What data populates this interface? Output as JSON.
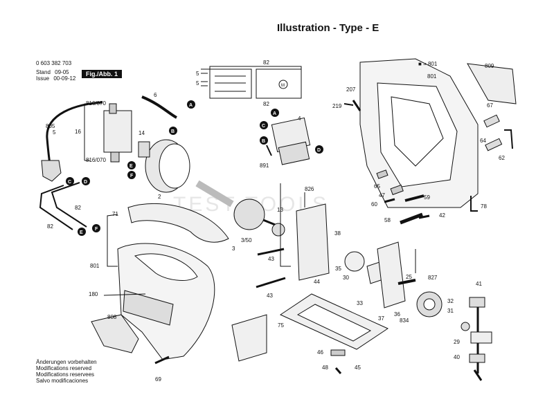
{
  "title": "Illustration - Type - E",
  "header": {
    "part_number": "0 603 382 703",
    "stand_label": "Stand",
    "stand_date": "09-05",
    "issue_label": "Issue",
    "issue_date": "00-09-12",
    "fig_label": "Fig./Abb. 1"
  },
  "watermark": "TEST TOOLS",
  "notes": [
    "Änderungen vorbehalten",
    "Modifications reserved",
    "Modifications reservees",
    "Salvo modificaciones"
  ],
  "parts": [
    {
      "id": "p6",
      "label": "6"
    },
    {
      "id": "p805",
      "label": "805"
    },
    {
      "id": "p5a",
      "label": "5"
    },
    {
      "id": "p816a",
      "label": "816/070"
    },
    {
      "id": "p16",
      "label": "16"
    },
    {
      "id": "p816b",
      "label": "816/070"
    },
    {
      "id": "p14",
      "label": "14"
    },
    {
      "id": "p2",
      "label": "2"
    },
    {
      "id": "p82a",
      "label": "82"
    },
    {
      "id": "p5b",
      "label": "5"
    },
    {
      "id": "p5c",
      "label": "5"
    },
    {
      "id": "p82b",
      "label": "82"
    },
    {
      "id": "p4",
      "label": "4"
    },
    {
      "id": "p891",
      "label": "891"
    },
    {
      "id": "p219",
      "label": "219"
    },
    {
      "id": "p207",
      "label": "207"
    },
    {
      "id": "p801a",
      "label": "■ = 801"
    },
    {
      "id": "p801b",
      "label": "801"
    },
    {
      "id": "p809",
      "label": "809"
    },
    {
      "id": "p67",
      "label": "67"
    },
    {
      "id": "p64",
      "label": "64"
    },
    {
      "id": "p62",
      "label": "62"
    },
    {
      "id": "p65",
      "label": "65"
    },
    {
      "id": "p47",
      "label": "47"
    },
    {
      "id": "p60",
      "label": "60"
    },
    {
      "id": "p59",
      "label": "59"
    },
    {
      "id": "p78",
      "label": "78"
    },
    {
      "id": "p58",
      "label": "58"
    },
    {
      "id": "p42",
      "label": "42"
    },
    {
      "id": "p82c",
      "label": "82"
    },
    {
      "id": "p82d",
      "label": "82"
    },
    {
      "id": "p71",
      "label": "71"
    },
    {
      "id": "p826",
      "label": "826"
    },
    {
      "id": "p13",
      "label": "13"
    },
    {
      "id": "p350",
      "label": "3/50"
    },
    {
      "id": "p3",
      "label": "3"
    },
    {
      "id": "p38",
      "label": "38"
    },
    {
      "id": "p801c",
      "label": "801"
    },
    {
      "id": "p43a",
      "label": "43"
    },
    {
      "id": "p44",
      "label": "44"
    },
    {
      "id": "p35",
      "label": "35"
    },
    {
      "id": "p30",
      "label": "30"
    },
    {
      "id": "p25",
      "label": "25"
    },
    {
      "id": "p827",
      "label": "827"
    },
    {
      "id": "p41",
      "label": "41"
    },
    {
      "id": "p180",
      "label": "180"
    },
    {
      "id": "p43b",
      "label": "43"
    },
    {
      "id": "p33",
      "label": "33"
    },
    {
      "id": "p32",
      "label": "32"
    },
    {
      "id": "p31",
      "label": "31"
    },
    {
      "id": "p36",
      "label": "36"
    },
    {
      "id": "p834",
      "label": "834"
    },
    {
      "id": "p37",
      "label": "37"
    },
    {
      "id": "p808",
      "label": "808"
    },
    {
      "id": "p75",
      "label": "75"
    },
    {
      "id": "p29",
      "label": "29"
    },
    {
      "id": "p46",
      "label": "46"
    },
    {
      "id": "p40",
      "label": "40"
    },
    {
      "id": "p48",
      "label": "48"
    },
    {
      "id": "p45",
      "label": "45"
    },
    {
      "id": "p69",
      "label": "69"
    }
  ],
  "connectors": [
    {
      "id": "A1",
      "label": "A"
    },
    {
      "id": "B1",
      "label": "B"
    },
    {
      "id": "E1",
      "label": "E"
    },
    {
      "id": "F1",
      "label": "F"
    },
    {
      "id": "C1",
      "label": "C"
    },
    {
      "id": "D1",
      "label": "D"
    },
    {
      "id": "E2",
      "label": "E"
    },
    {
      "id": "F2",
      "label": "F"
    },
    {
      "id": "A2",
      "label": "A"
    },
    {
      "id": "C2",
      "label": "C"
    },
    {
      "id": "B2",
      "label": "B"
    },
    {
      "id": "D2",
      "label": "D"
    }
  ],
  "motor_symbol": "M"
}
